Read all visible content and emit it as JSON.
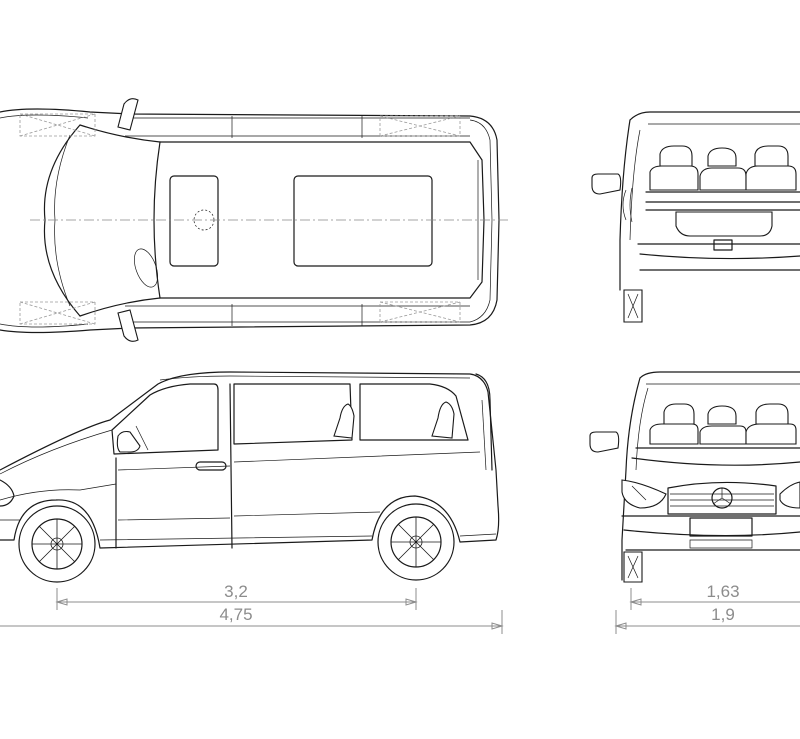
{
  "dimensions": {
    "side_wheelbase": "3,2",
    "side_length": "4,75",
    "front_track": "1,63",
    "front_width": "1,9"
  }
}
